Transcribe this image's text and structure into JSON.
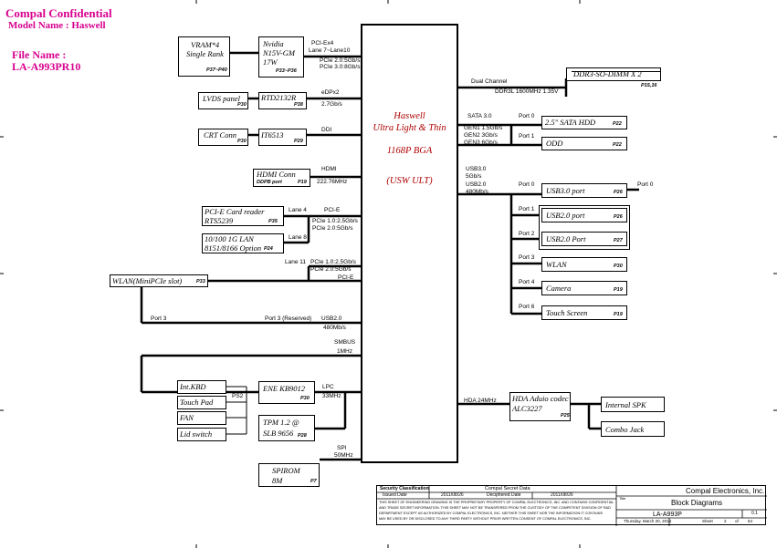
{
  "header": {
    "confidential": "Compal Confidential",
    "model": "Model Name : Haswell",
    "file_name_label": "File Name :",
    "file_name": "LA-A993PR10"
  },
  "cpu": {
    "line1": "Haswell",
    "line2": "Ultra Light & Thin",
    "line3": "1168P BGA",
    "line4": "(USW ULT)"
  },
  "left_blocks": {
    "vram": {
      "name": "VRAM*4",
      "sub": "Single Rank",
      "page": "P37~P40"
    },
    "gpu": {
      "name": "Nvidia",
      "sub": "N15V-GM",
      "sub2": "17W",
      "page": "P33~P36"
    },
    "lvds": {
      "name": "LVDS panel",
      "page": "P30"
    },
    "rtd": {
      "name": "RTD2132R",
      "page": "P38"
    },
    "crt": {
      "name": "CRT Conn",
      "page": "P30"
    },
    "it": {
      "name": "IT6513",
      "page": "P29"
    },
    "hdmi": {
      "name": "HDMI Conn",
      "sub": "DDPB port",
      "page": "P19"
    },
    "cardreader": {
      "name": "PCI-E Card reader",
      "sub": "RTS5239",
      "page": "P35"
    },
    "lan": {
      "name": "10/100 1G LAN",
      "sub": "8151/8166 Option",
      "page": "P24"
    },
    "wlan": {
      "name": "WLAN(MiniPCIe slot)",
      "page": "P33"
    },
    "kbd": {
      "name": "Int.KBD"
    },
    "touchpad": {
      "name": "Touch Pad"
    },
    "fan": {
      "name": "FAN"
    },
    "lid": {
      "name": "Lid switch"
    },
    "ps2": "PS2",
    "ec": {
      "name": "ENE KB9012",
      "page": "P30"
    },
    "tpm": {
      "name": "TPM 1.2 @",
      "sub": "SLB 9656",
      "page": "P28"
    },
    "spirom": {
      "name": "SPIROM",
      "sub": "8M",
      "page": "P7"
    }
  },
  "left_signals": {
    "pcie_x4": "PCI-Ex4",
    "lane7_10": "Lane 7~Lane10",
    "pcie20_a": "PCIe 2.0:5Gb/s",
    "pcie30": "PCIe 3.0:8Gb/s",
    "edpx2": "eDPx2",
    "edp_speed": "2.7Gb/s",
    "ddi": "DDI",
    "hdmi": "HDMI",
    "hdmi_speed": "222.76MHz",
    "lane4": "Lane 4",
    "pcie_e_1": "PCI-E",
    "pcie10_a": "PCIe 1.0:2.5Gb/s",
    "pcie20_b": "PCIe 2.0:5Gb/s",
    "lane8": "Lane 8",
    "lane11": "Lane 11",
    "pcie10_b": "PCIe 1.0:2.5Gb/s",
    "pcie20_c": "PCIe 2.0:5Gb/s",
    "pcie_e_2": "PCI-E",
    "port3_left": "Port 3",
    "port3_reserved": "Port 3 (Reserved)",
    "usb20": "USB2.0",
    "usb_speed": "480Mb/s",
    "smbus": "SMBUS",
    "smbus_speed": "1MHz",
    "lpc": "LPC",
    "lpc_speed": "33MHz",
    "spi": "SPI",
    "spi_speed": "50MHz"
  },
  "right_blocks": {
    "ddr": {
      "name": "DDR3-SO-DIMM X 2",
      "page": "P15,16"
    },
    "sata_hdd": {
      "name": "2.5\" SATA HDD",
      "page": "P22"
    },
    "odd": {
      "name": "ODD",
      "page": "P22"
    },
    "usb30_port": {
      "name": "USB3.0 port",
      "page": "P26"
    },
    "usb20_port_a": {
      "name": "USB2.0 port",
      "page": "P26"
    },
    "usb20_port_b": {
      "name": "USB2.0 Port",
      "page": "P27"
    },
    "wlan": {
      "name": "WLAN",
      "page": "P30"
    },
    "camera": {
      "name": "Camera",
      "page": "P19"
    },
    "touchscreen": {
      "name": "Touch Screen",
      "page": "P19"
    },
    "codec": {
      "name": "HDA Aduio codec",
      "sub": "ALC3227",
      "page": "P25"
    },
    "spk": {
      "name": "Internal SPK"
    },
    "combo": {
      "name": "Combo Jack"
    }
  },
  "right_signals": {
    "dual_channel": "Dual Channel",
    "ddr_speed": "DDR3L 1600MHz 1.35V",
    "sata30": "SATA 3.0",
    "gen1": "GEN1 1.5Gb/s",
    "gen2": "GEN2 3Gb/s",
    "gen3": "GEN3 6Gb/s",
    "port0_sata": "Port 0",
    "port1_sata": "Port 1",
    "usb30": "USB3.0",
    "usb30_speed": "5Gb/s",
    "usb20": "USB2.0",
    "usb20_speed": "480Mb/s",
    "port0_usb": "Port 0",
    "port0_usb3": "Port 0",
    "port1": "Port 1",
    "port2": "Port 2",
    "port3": "Port 3",
    "port4": "Port 4",
    "port6": "Port 6",
    "hda": "HDA 24MHz"
  },
  "title_block": {
    "security": "Security Classification",
    "secret": "Compal Secret Data",
    "issued": "Issued Date",
    "issued_date": "2011/08/26",
    "deciphered": "Deciphered Date",
    "deciphered_date": "2011/08/26",
    "company": "Compal Electronics, Inc.",
    "title_label": "Title",
    "title": "Block Diagrams",
    "doc": "LA-A993P",
    "rev": "0.1",
    "date": "Thursday, March 20, 2014",
    "sheet_label": "Sheet",
    "sheet": "2",
    "of": "of",
    "total": "54",
    "notice1": "THIS SHEET OF ENGINEERING DRAWING IS THE PROPRIETARY PROPERTY OF COMPAL ELECTRONICS, INC. AND CONTAINS CONFIDENTIAL",
    "notice2": "AND TRADE SECRET INFORMATION. THIS SHEET MAY NOT BE TRANSFERED FROM THE CUSTODY OF THE COMPETENT DIVISION OF R&D",
    "notice3": "DEPARTMENT EXCEPT AS AUTHORIZED BY COMPAL ELECTRONICS, INC. NEITHER THIS SHEET NOR THE INFORMATION IT CONTAINS",
    "notice4": "MAY BE USED BY OR DISCLOSED TO ANY THIRD PARTY WITHOUT PRIOR WRITTEN CONSENT OF COMPAL ELECTRONICS, INC."
  }
}
